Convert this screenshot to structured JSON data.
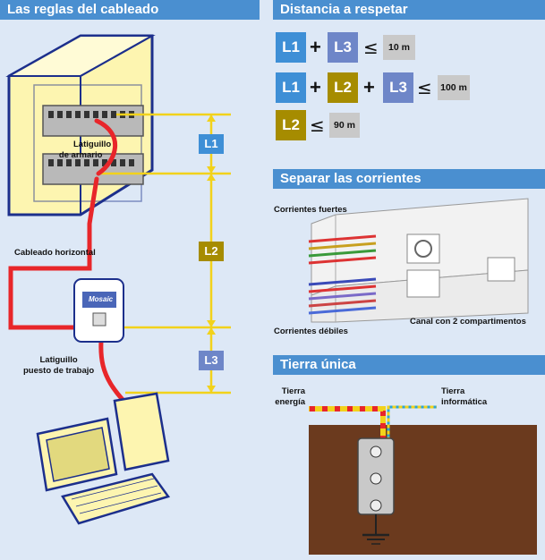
{
  "headers": {
    "rules": "Las reglas del cableado",
    "distance": "Distancia a respetar",
    "separate": "Separar las corrientes",
    "ground": "Tierra única"
  },
  "labels": {
    "patch_cabinet_1": "Latiguillo",
    "patch_cabinet_2": "de armario",
    "horizontal": "Cableado horizontal",
    "patch_work_1": "Latiguillo",
    "patch_work_2": "puesto de trabajo",
    "strong": "Corrientes fuertes",
    "weak": "Corrientes débiles",
    "channel": "Canal con 2 compartimentos",
    "ground_energy_1": "Tierra",
    "ground_energy_2": "energía",
    "ground_it_1": "Tierra",
    "ground_it_2": "informática",
    "outlet_brand": "Mosaic"
  },
  "diagram_tags": {
    "l1": "L1",
    "l2": "L2",
    "l3": "L3"
  },
  "rules": [
    {
      "terms": [
        "L1",
        "L3"
      ],
      "op": "≤",
      "limit": "10 m"
    },
    {
      "terms": [
        "L1",
        "L2",
        "L3"
      ],
      "op": "≤",
      "limit": "100 m"
    },
    {
      "terms": [
        "L2"
      ],
      "op": "≤",
      "limit": "90 m"
    }
  ],
  "plus_symbol": "+",
  "colors": {
    "header_bg": "#4a8fd0",
    "l1": "#3e8fd6",
    "l2": "#a68c00",
    "l3": "#6e86c8",
    "cable_red": "#e8262a",
    "dimension_yellow": "#f2d21b",
    "cabinet_fill": "#fdf5b0",
    "cabinet_edge": "#1c2f8c"
  }
}
